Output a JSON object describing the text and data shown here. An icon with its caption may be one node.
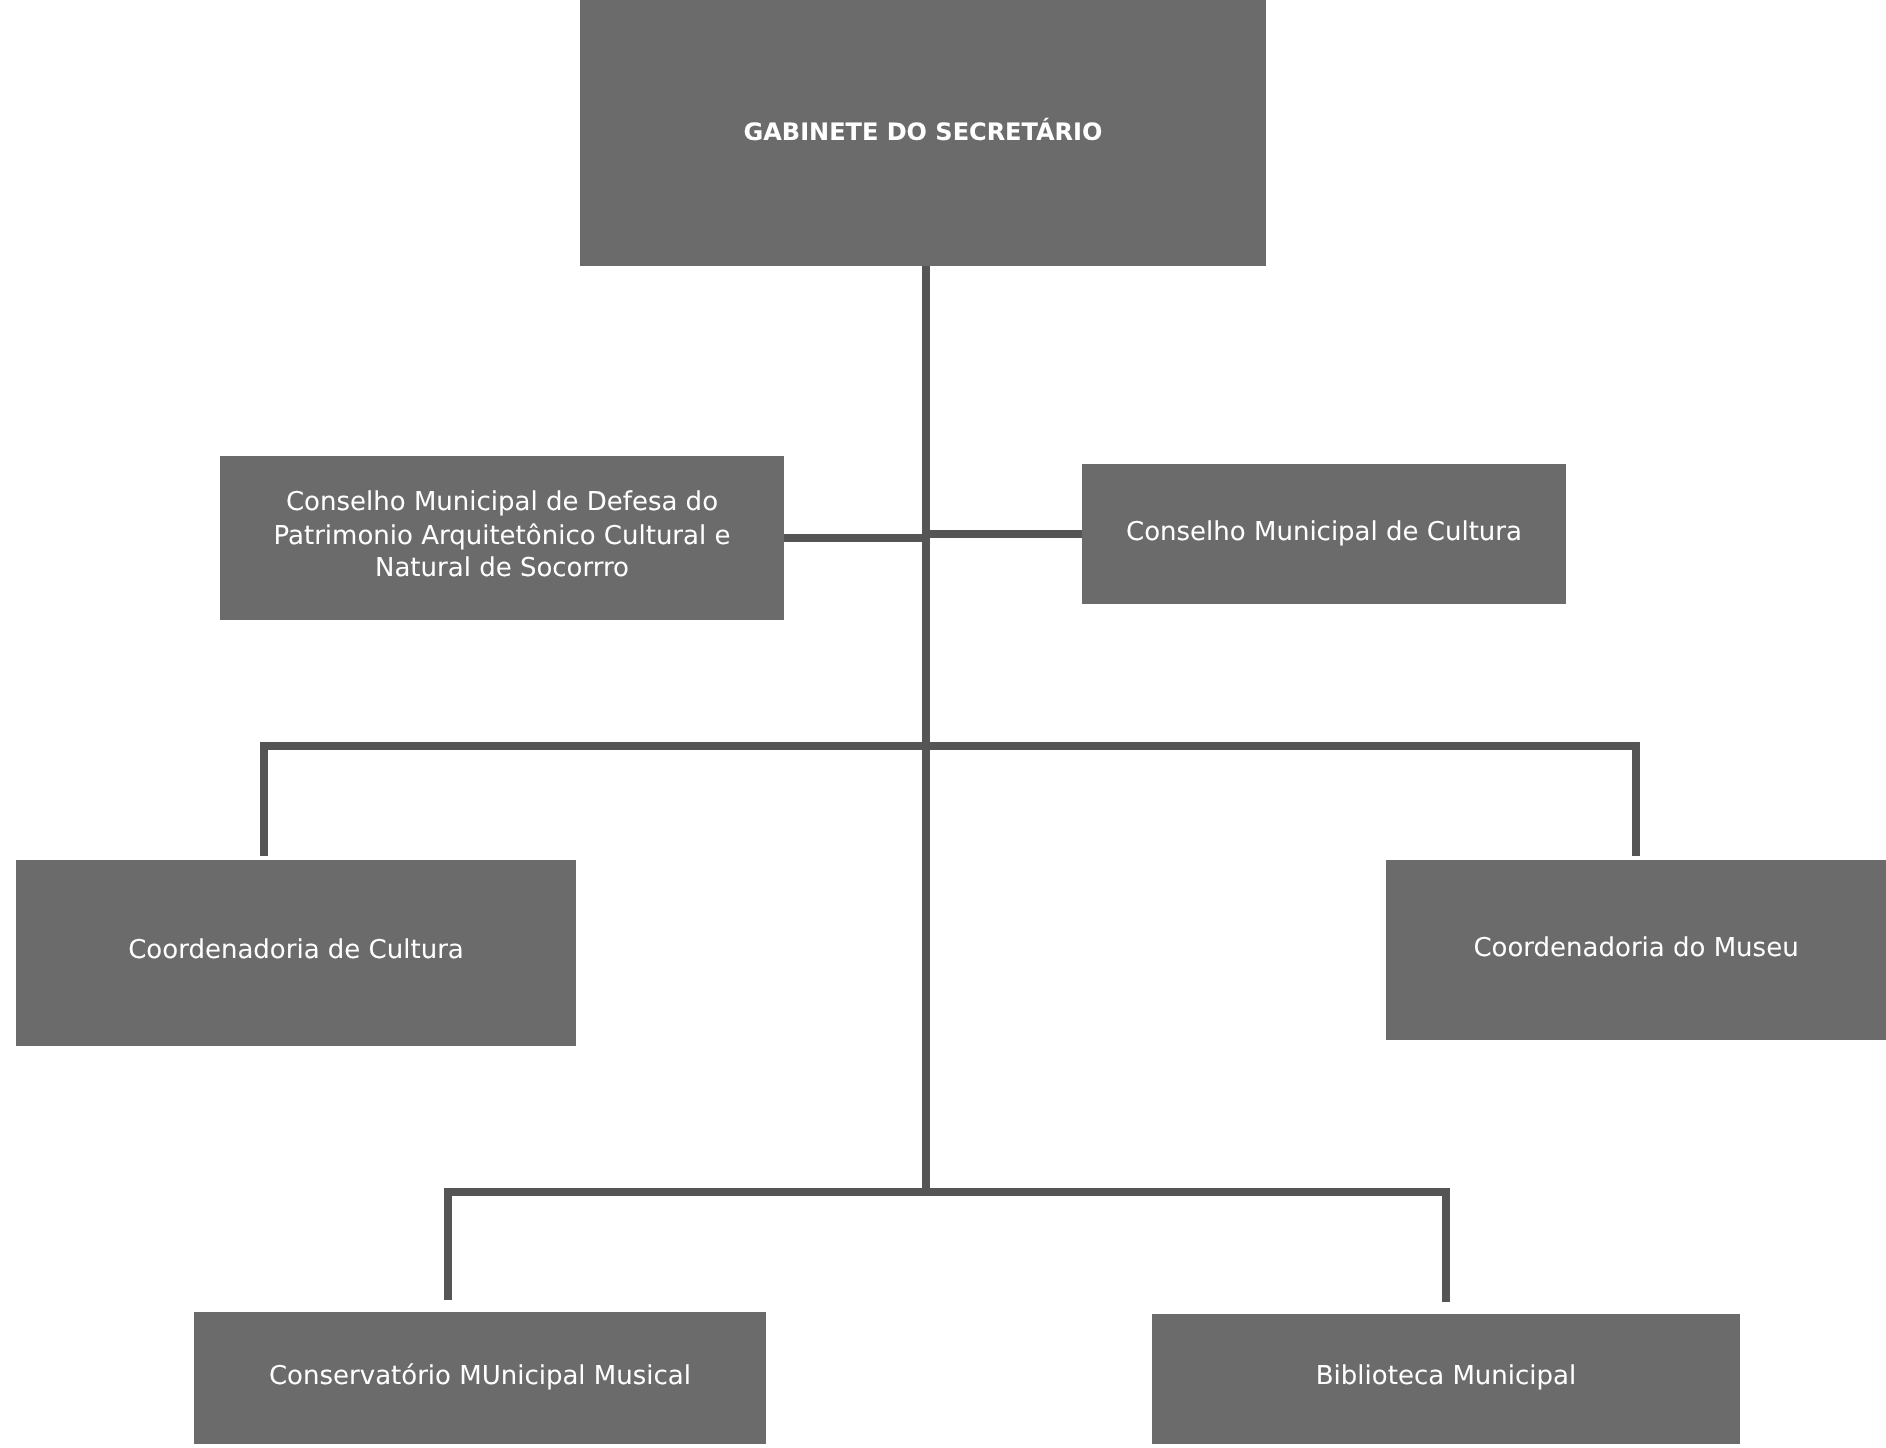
{
  "diagram": {
    "nodes": [
      {
        "text": [
          "GABINETE DO SECRETÁRIO"
        ]
      },
      {
        "text": [
          "Conselho Municipal de Defesa do Patrimonio Arquitetônico Cultural e Natural de Socorrro"
        ]
      },
      {
        "text": [
          "Conselho Municipal de Cultura"
        ]
      },
      {
        "text": [
          "Coordenadoria de Cultura"
        ]
      },
      {
        "text": [
          "Coordenadoria do Museu"
        ]
      },
      {
        "text": [
          "Conservatório MUnicipal Musical"
        ]
      },
      {
        "text": [
          "Biblioteca Municipal"
        ]
      }
    ],
    "edges": [
      {
        "from": 0,
        "to": 1,
        "arrow": "none"
      },
      {
        "from": 0,
        "to": 2,
        "arrow": "none"
      },
      {
        "from": 0,
        "to": 3,
        "arrow": "none"
      },
      {
        "from": 0,
        "to": 4,
        "arrow": "none"
      },
      {
        "from": 0,
        "to": 5,
        "arrow": "none"
      },
      {
        "from": 0,
        "to": 6,
        "arrow": "none"
      }
    ]
  }
}
